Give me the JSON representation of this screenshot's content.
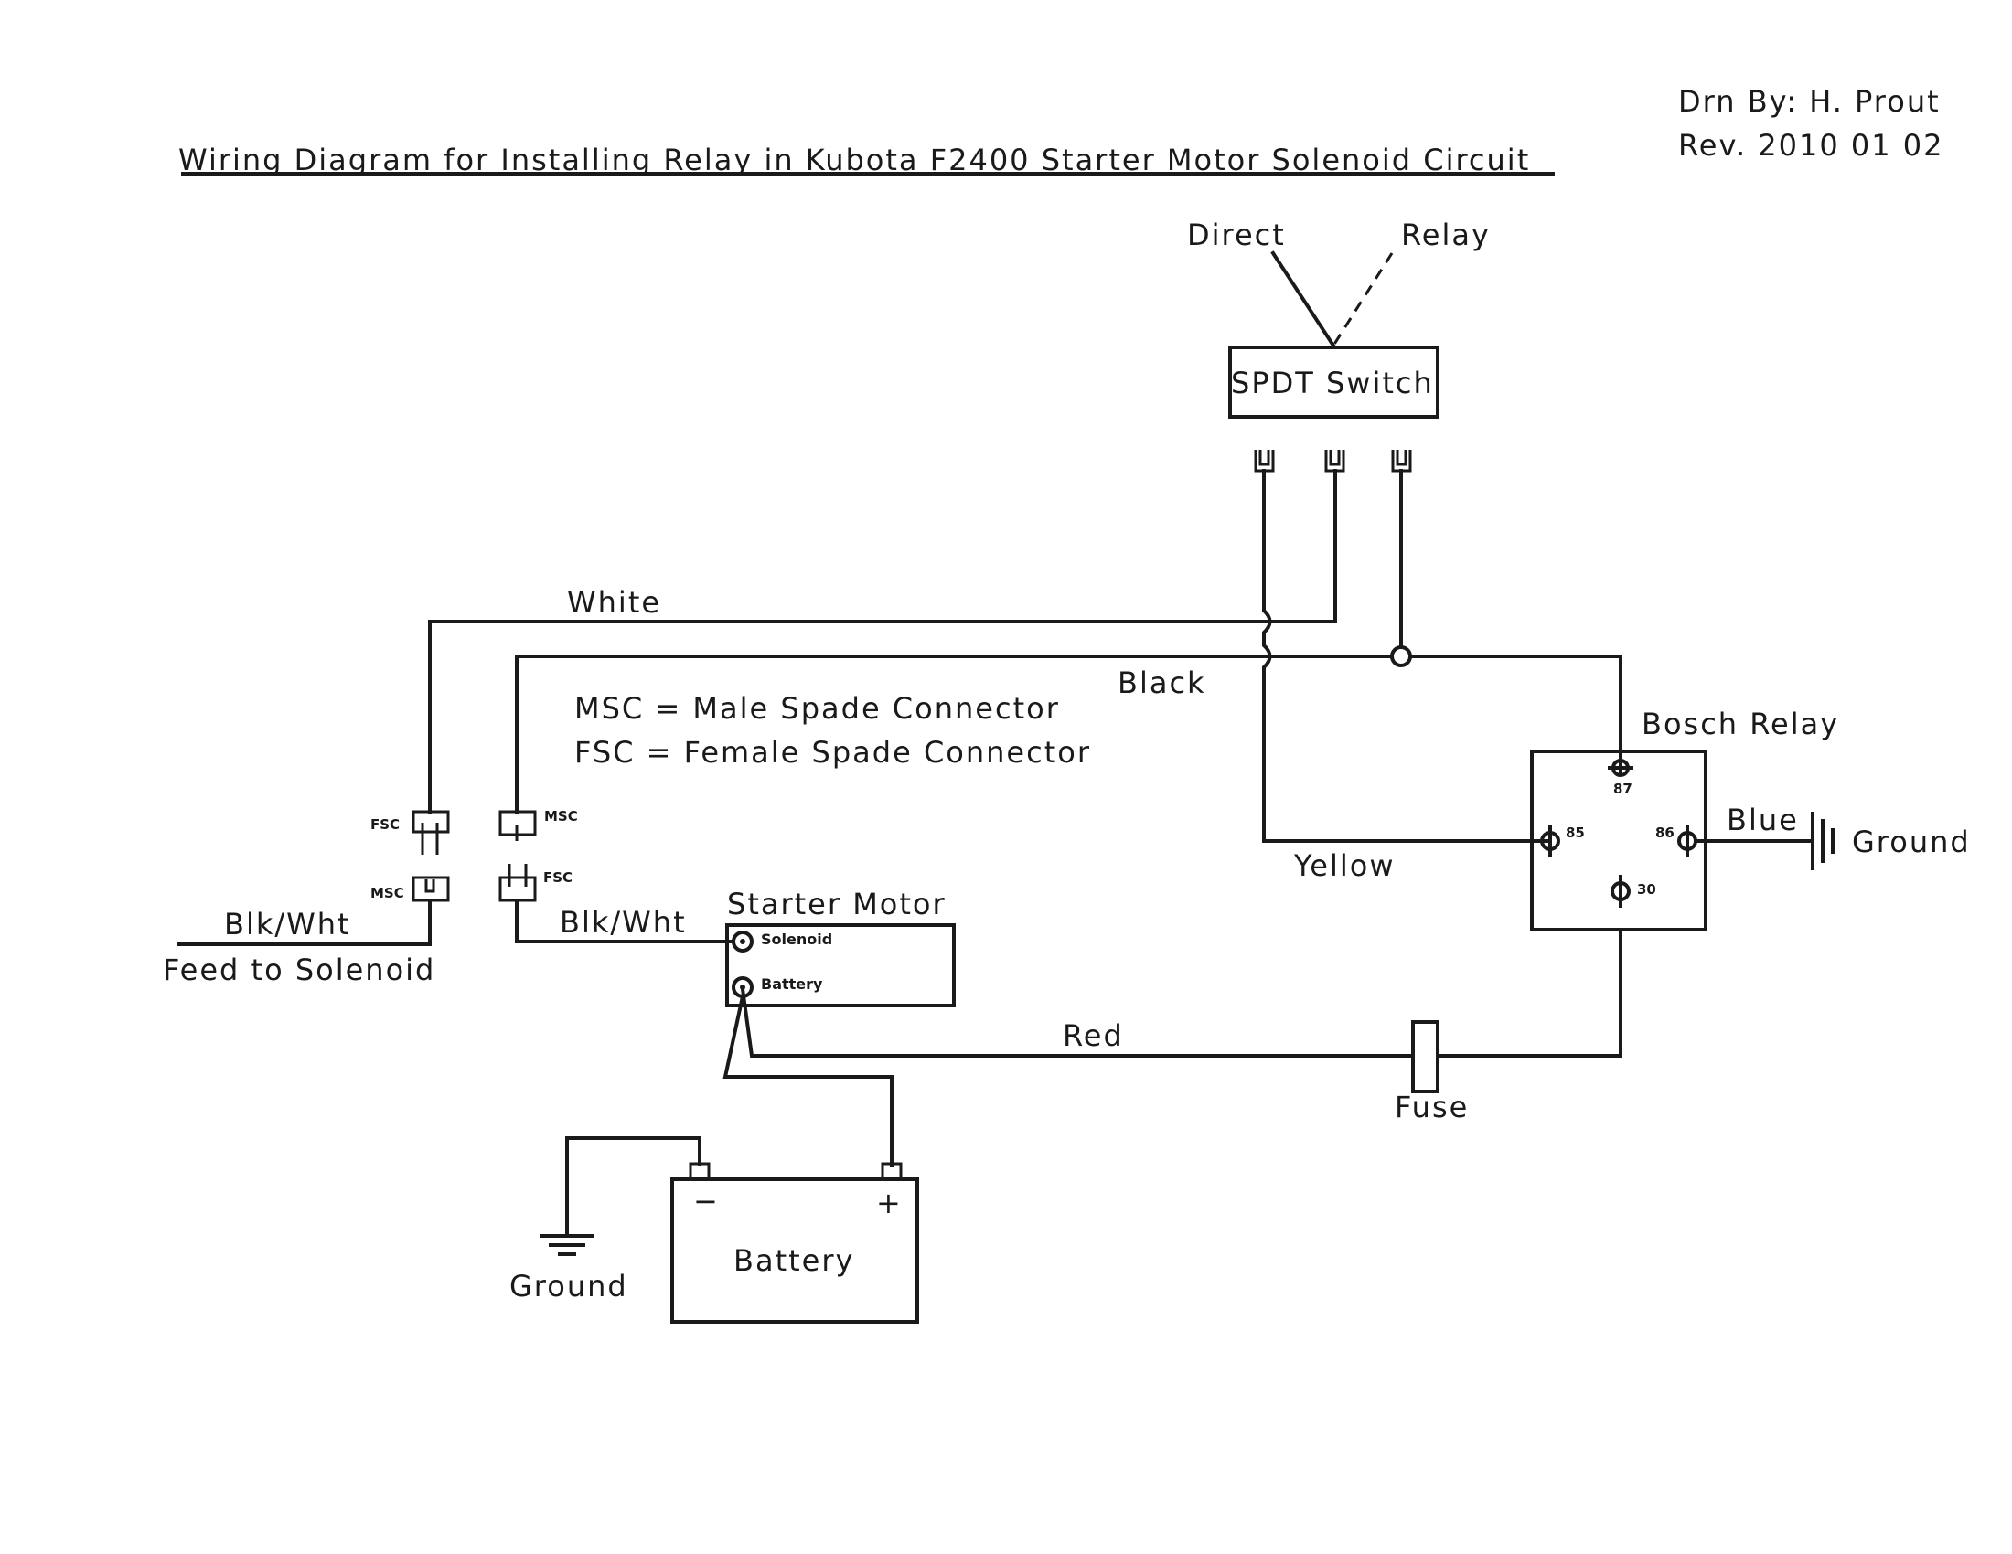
{
  "title": "Wiring Diagram for Installing Relay in Kubota F2400 Starter Motor Solenoid Circuit",
  "drawn_by": "Drn By: H. Prout",
  "revision": "Rev. 2010 01 02",
  "switch": {
    "label": "SPDT Switch",
    "position_direct": "Direct",
    "position_relay": "Relay"
  },
  "legend": {
    "msc": "MSC = Male Spade Connector",
    "fsc": "FSC = Female Spade Connector"
  },
  "wires": {
    "white": "White",
    "black": "Black",
    "yellow": "Yellow",
    "blue": "Blue",
    "red": "Red",
    "blk_wht_left": "Blk/Wht",
    "blk_wht_right": "Blk/Wht"
  },
  "feed": "Feed to Solenoid",
  "connectors": {
    "fsc_left": "FSC",
    "msc_left": "MSC",
    "msc_right": "MSC",
    "fsc_right": "FSC"
  },
  "relay": {
    "label": "Bosch Relay",
    "pin_87": "87",
    "pin_85": "85",
    "pin_86": "86",
    "pin_30": "30"
  },
  "relay_ground": "Ground",
  "starter": {
    "label": "Starter Motor",
    "solenoid": "Solenoid",
    "battery": "Battery"
  },
  "fuse": "Fuse",
  "battery": {
    "label": "Battery",
    "neg": "−",
    "pos": "+"
  },
  "battery_ground": "Ground"
}
